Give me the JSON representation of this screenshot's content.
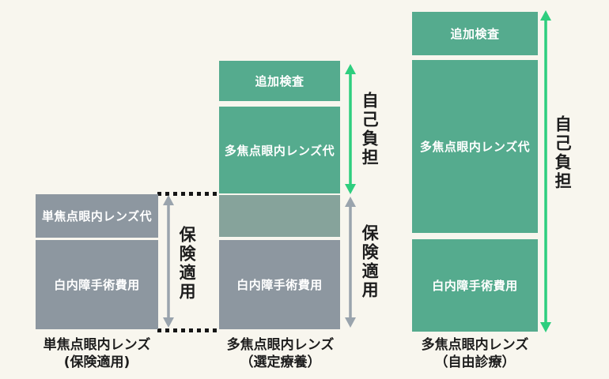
{
  "background_color": "#f8f6ee",
  "palette": {
    "covered_gray": "#8d97a0",
    "covered_gray_green": "#86a39b",
    "self_pay_green": "#55ab8e",
    "arrow_green": "#2ece7e",
    "arrow_gray": "#9aa4ad",
    "text_dark": "#1d1d1d",
    "segment_text": "#ffffff"
  },
  "chart_data": {
    "type": "bar",
    "variant": "stacked-column-comparison",
    "title": "",
    "grid": false,
    "legend_position": "none",
    "categories": [
      "単焦点眼内レンズ（保険適用）",
      "多焦点眼内レンズ（選定療養）",
      "多焦点眼内レンズ（自由診療）"
    ],
    "columns": [
      {
        "category_line1": "単焦点眼内レンズ",
        "category_line2": "(保険適用)",
        "segments": [
          {
            "label": "単焦点眼内レンズ代",
            "coverage": "保険適用",
            "color": "#8d97a0",
            "relative_height": 55
          },
          {
            "label": "白内障手術費用",
            "coverage": "保険適用",
            "color": "#8d97a0",
            "relative_height": 113
          }
        ]
      },
      {
        "category_line1": "多焦点眼内レンズ",
        "category_line2": "（選定療養）",
        "segments": [
          {
            "label": "追加検査",
            "coverage": "自己負担",
            "color": "#55ab8e",
            "relative_height": 51
          },
          {
            "label": "多焦点眼内レンズ代",
            "coverage": "自己負担",
            "color": "#55ab8e",
            "relative_height": 110
          },
          {
            "label": "",
            "coverage": "保険適用",
            "color": "#86a39b",
            "relative_height": 53
          },
          {
            "label": "白内障手術費用",
            "coverage": "保険適用",
            "color": "#8d97a0",
            "relative_height": 113
          }
        ]
      },
      {
        "category_line1": "多焦点眼内レンズ",
        "category_line2": "（自由診療）",
        "segments": [
          {
            "label": "追加検査",
            "coverage": "自己負担",
            "color": "#55ab8e",
            "relative_height": 55
          },
          {
            "label": "多焦点眼内レンズ代",
            "coverage": "自己負担",
            "color": "#55ab8e",
            "relative_height": 219
          },
          {
            "label": "白内障手術費用",
            "coverage": "自己負担",
            "color": "#55ab8e",
            "relative_height": 117
          }
        ]
      }
    ],
    "range_arrows": [
      {
        "id": "left-insurance",
        "label": "保険適用",
        "color": "#9aa4ad"
      },
      {
        "id": "middle-self-pay",
        "label": "自己負担",
        "color": "#2ece7e"
      },
      {
        "id": "middle-insurance",
        "label": "保険適用",
        "color": "#9aa4ad"
      },
      {
        "id": "right-self-pay",
        "label": "自己負担",
        "color": "#2ece7e"
      }
    ]
  }
}
